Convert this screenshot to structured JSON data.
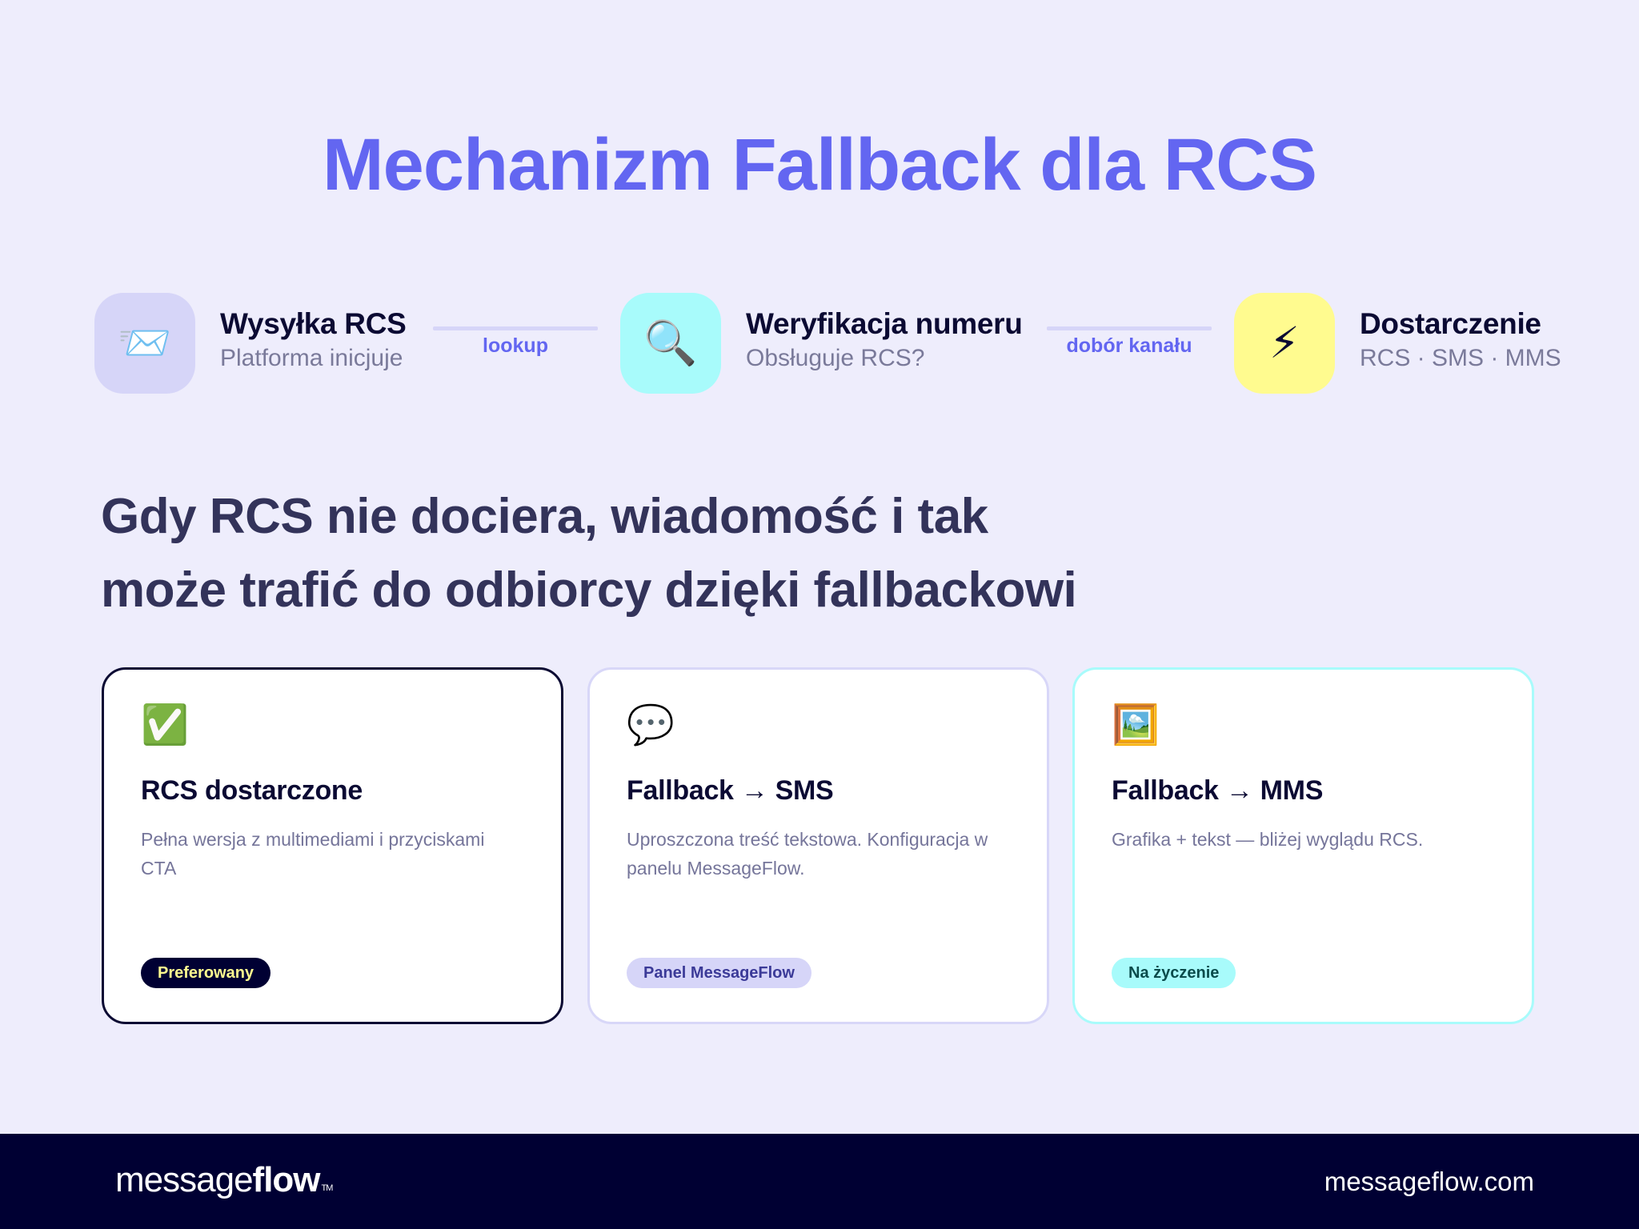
{
  "title": "Mechanizm Fallback dla RCS",
  "steps": [
    {
      "icon": "📨",
      "icon_name": "incoming-envelope-icon",
      "title": "Wysyłka RCS",
      "subtitle": "Platforma inicjuje",
      "bg": "#D6D5F8"
    },
    {
      "icon": "🔍",
      "icon_name": "magnifying-glass-icon",
      "title": "Weryfikacja numeru",
      "subtitle": "Obsługuje RCS?",
      "bg": "#A8FBFB"
    },
    {
      "icon": "⚡",
      "icon_name": "lightning-icon",
      "title": "Dostarczenie",
      "subtitle": "RCS · SMS · MMS",
      "bg": "#FFFB8F"
    }
  ],
  "connectors": [
    {
      "label": "lookup"
    },
    {
      "label": "dobór kanału"
    }
  ],
  "headline": {
    "line1": "Gdy RCS nie dociera, wiadomość i tak",
    "line2": "może trafić do odbiorcy dzięki fallbackowi"
  },
  "cards": [
    {
      "icon": "✅",
      "icon_name": "check-mark-icon",
      "title": "RCS dostarczone",
      "description": "Pełna wersja z multimediami i przyciskami CTA",
      "badge": "Preferowany"
    },
    {
      "icon": "💬",
      "icon_name": "speech-bubble-icon",
      "title": "Fallback → SMS",
      "description": "Uproszczona treść tekstowa. Konfiguracja w panelu MessageFlow.",
      "badge": "Panel MessageFlow"
    },
    {
      "icon": "🖼️",
      "icon_name": "framed-picture-icon",
      "title": "Fallback → MMS",
      "description": "Grafika + tekst — bliżej wyglądu RCS.",
      "badge": "Na życzenie"
    }
  ],
  "footer": {
    "logo_light": "message",
    "logo_bold": "flow",
    "logo_tm": "TM",
    "website": "messageflow.com"
  },
  "colors": {
    "background": "#EEEDFC",
    "accent": "#6366F1",
    "dark": "#000033",
    "lavender": "#D6D5F8",
    "cyan": "#A8FBFB",
    "yellow": "#FFFB8F"
  }
}
